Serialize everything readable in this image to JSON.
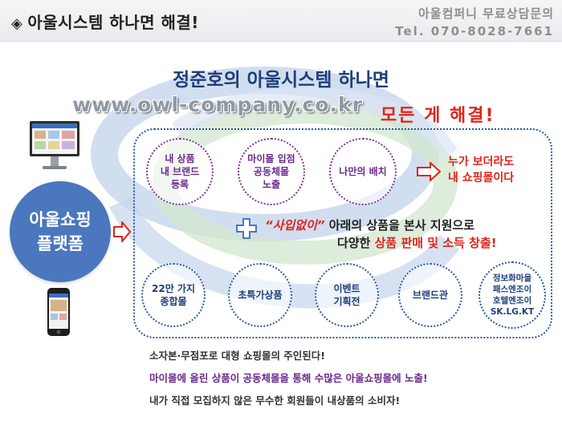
{
  "header": {
    "title_icon": "◈",
    "title": "아울시스템 하나면 해결!",
    "contact_label": "아울컴퍼니 무료상담문의",
    "phone": "Tel. 070-8028-7661"
  },
  "hero": {
    "headline": "정준호의 아울시스템 하나면",
    "url": "www.owl-company.co.kr",
    "slogan": "모든 게 해결!"
  },
  "platform": {
    "line1": "아울쇼핑",
    "line2": "플랫폼"
  },
  "top_bubbles": [
    {
      "lines": [
        "내 상품",
        "내 브랜드",
        "등록"
      ]
    },
    {
      "lines": [
        "마이몰 입점",
        "공동체몰",
        "노출"
      ]
    },
    {
      "lines": [
        "나만의 배치"
      ]
    }
  ],
  "notice": {
    "line1": "누가 보더라도",
    "line2": "내 쇼핑몰이다"
  },
  "support": {
    "highlight": "“사입없이”",
    "line1_rest": " 아래의 상품을 본사 지원으로",
    "line2_prefix": "다양한 ",
    "line2_highlight": "상품 판매 및 소득 창출!"
  },
  "bottom_bubbles": [
    {
      "lines": [
        "22만 가지",
        "종합몰"
      ]
    },
    {
      "lines": [
        "초특가상품"
      ]
    },
    {
      "lines": [
        "이벤트",
        "기획전"
      ]
    },
    {
      "lines": [
        "브랜드관"
      ]
    },
    {
      "lines": [
        "정보화마을",
        "패스엔조이",
        "호텔엔조이",
        "SK.LG.KT"
      ]
    }
  ],
  "bottom_lines": [
    "소자본·무점포로 대형 쇼핑몰의 주인된다!",
    "마이몰에 올린 상품이 공동체몰을 통해 수많은 아울쇼핑몰에 노출!",
    "내가 직접 모집하지 않은 무수한 회원들이 내상품의 소비자!"
  ],
  "colors": {
    "accent_red": "#e0251b",
    "navy": "#1e3f7a",
    "purple": "#6a2a8c",
    "platform_blue": "#4a77bd"
  }
}
